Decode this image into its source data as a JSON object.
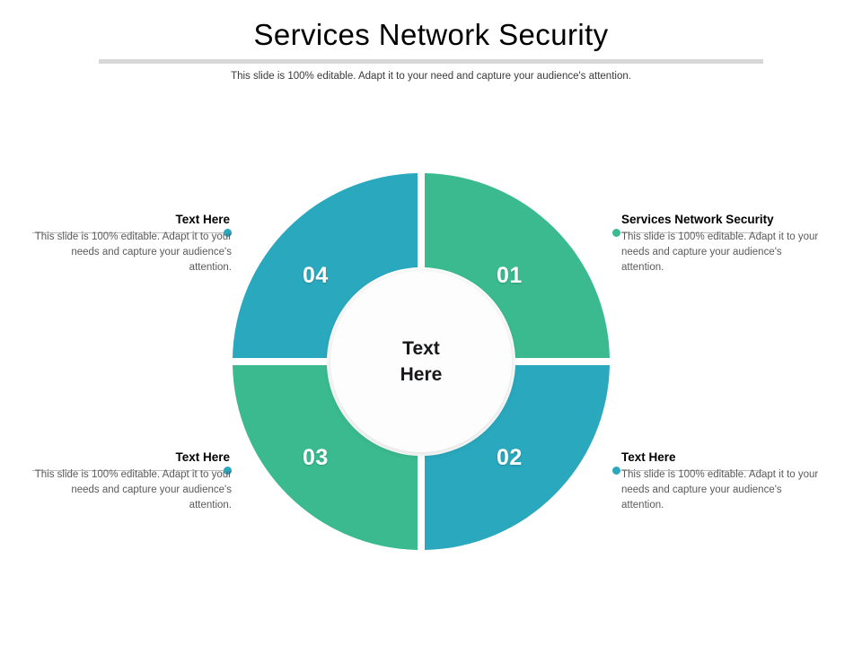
{
  "header": {
    "title": "Services Network Security",
    "subtitle": "This slide is 100% editable. Adapt it to your need and capture your audience's attention."
  },
  "colors": {
    "green": "#3bba8f",
    "cyan": "#2aa8bd",
    "rule_grey": "#d8d8d8",
    "body_text": "#5a5a5a"
  },
  "diagram": {
    "type": "donut-4-segment",
    "center_label_line1": "Text",
    "center_label_line2": "Here",
    "segments": [
      {
        "number": "01",
        "position": "top-right",
        "color": "#3bba8f"
      },
      {
        "number": "02",
        "position": "bottom-right",
        "color": "#2aa8bd"
      },
      {
        "number": "03",
        "position": "bottom-left",
        "color": "#3bba8f"
      },
      {
        "number": "04",
        "position": "top-left",
        "color": "#2aa8bd"
      }
    ]
  },
  "callouts": [
    {
      "id": "01",
      "side": "right",
      "heading": "Services Network Security",
      "body": "This slide is 100% editable. Adapt it to your needs and capture your audience's attention.",
      "dot_color": "#3bba8f"
    },
    {
      "id": "02",
      "side": "right",
      "heading": "Text Here",
      "body": "This slide is 100% editable. Adapt it to your needs and capture your audience's attention.",
      "dot_color": "#2aa8bd"
    },
    {
      "id": "03",
      "side": "left",
      "heading": "Text Here",
      "body": "This slide is 100% editable. Adapt it to your needs and capture your audience's attention.",
      "dot_color": "#2aa8bd"
    },
    {
      "id": "04",
      "side": "left",
      "heading": "Text Here",
      "body": "This slide is 100% editable. Adapt it to your needs and capture your audience's attention.",
      "dot_color": "#2aa8bd"
    }
  ]
}
